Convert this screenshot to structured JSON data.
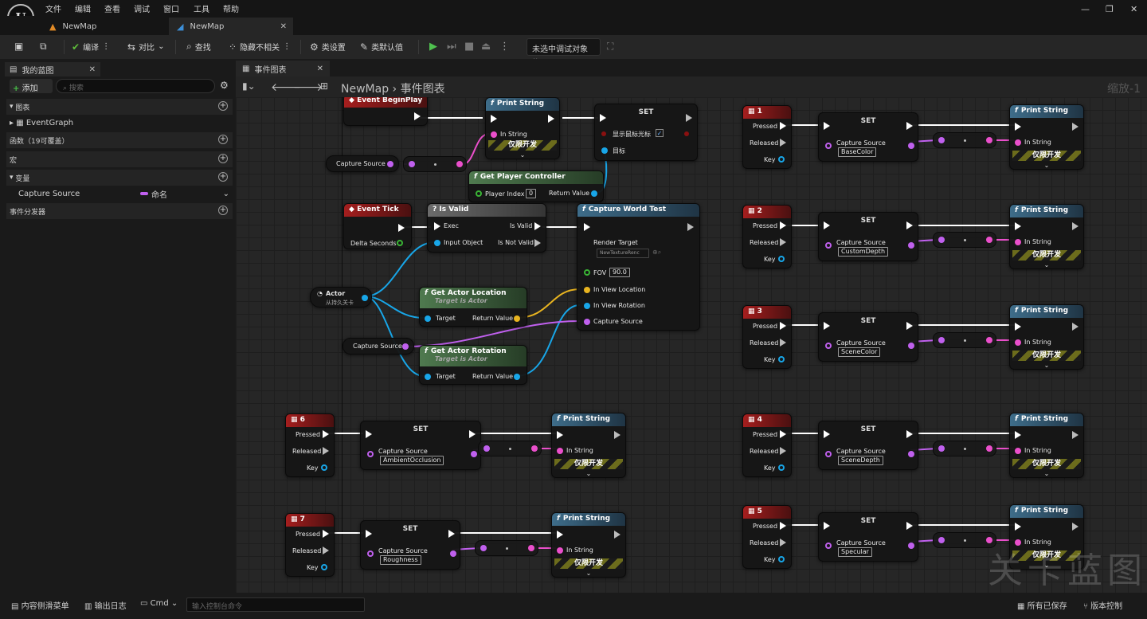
{
  "menu": {
    "items": [
      "文件",
      "编辑",
      "查看",
      "调试",
      "窗口",
      "工具",
      "帮助"
    ]
  },
  "tabs": [
    {
      "label": "NewMap"
    },
    {
      "label": "NewMap"
    }
  ],
  "toolbar": {
    "compile": "编译",
    "diff": "对比",
    "find": "查找",
    "hide_unrelated": "隐藏不相关",
    "class_settings": "类设置",
    "class_defaults": "类默认值",
    "debug_target": "未选中调试对象"
  },
  "left_panel": {
    "tab": "我的蓝图",
    "add": "添加",
    "search_placeholder": "搜索",
    "sections": {
      "graphs": "图表",
      "functions": "函数（19可覆盖）",
      "macros": "宏",
      "variables": "变量",
      "dispatchers": "事件分发器"
    },
    "event_graph": "EventGraph",
    "variable": {
      "name": "Capture Source",
      "type": "命名"
    }
  },
  "graph_tab": "事件图表",
  "breadcrumb": {
    "map": "NewMap",
    "graph": "事件图表"
  },
  "zoom": "缩放-1",
  "labels": {
    "set": "SET",
    "print_string": "Print String",
    "in_string": "In String",
    "dev_only": "仅限开发",
    "pressed": "Pressed",
    "released": "Released",
    "key": "Key",
    "capture_source": "Capture Source",
    "target": "Target",
    "return_value": "Return Value"
  },
  "nodes": {
    "begin_play": "Event BeginPlay",
    "show_cursor": "显示鼠标光标",
    "target_cn": "目标",
    "get_player_controller": "Get Player Controller",
    "player_index": "Player Index",
    "player_index_val": "0",
    "event_tick": "Event Tick",
    "delta_seconds": "Delta Seconds",
    "is_valid": "? Is Valid",
    "exec": "Exec",
    "input_object": "Input Object",
    "is_valid_out": "Is Valid",
    "is_not_valid": "Is Not Valid",
    "capture_world": "Capture World Test",
    "render_target": "Render Target",
    "render_target_val": "NewTextureRenc",
    "fov": "FOV",
    "fov_val": "90.0",
    "in_view_location": "In View Location",
    "in_view_rotation": "In View Rotation",
    "actor": "Actor",
    "actor_sub": "从持久关卡",
    "get_actor_location": "Get Actor Location",
    "get_actor_rotation": "Get Actor Rotation",
    "target_is_actor": "Target is Actor"
  },
  "key_events": [
    {
      "key": "1",
      "value": "BaseColor"
    },
    {
      "key": "2",
      "value": "CustomDepth"
    },
    {
      "key": "3",
      "value": "SceneColor"
    },
    {
      "key": "4",
      "value": "SceneDepth"
    },
    {
      "key": "5",
      "value": "Specular"
    },
    {
      "key": "6",
      "value": "AmbientOcclusion"
    },
    {
      "key": "7",
      "value": "Roughness"
    }
  ],
  "status": {
    "content_drawer": "内容侧滑菜单",
    "output_log": "输出日志",
    "cmd": "Cmd",
    "cmd_placeholder": "输入控制台命令",
    "all_saved": "所有已保存",
    "source_control": "版本控制"
  },
  "watermark": "关卡蓝图",
  "colors": {
    "exec": "#ffffff",
    "object": "#18a6e8",
    "name": "#c060ee",
    "string": "#ea4fcb",
    "vector": "#e8b420",
    "float": "#3ab535"
  }
}
